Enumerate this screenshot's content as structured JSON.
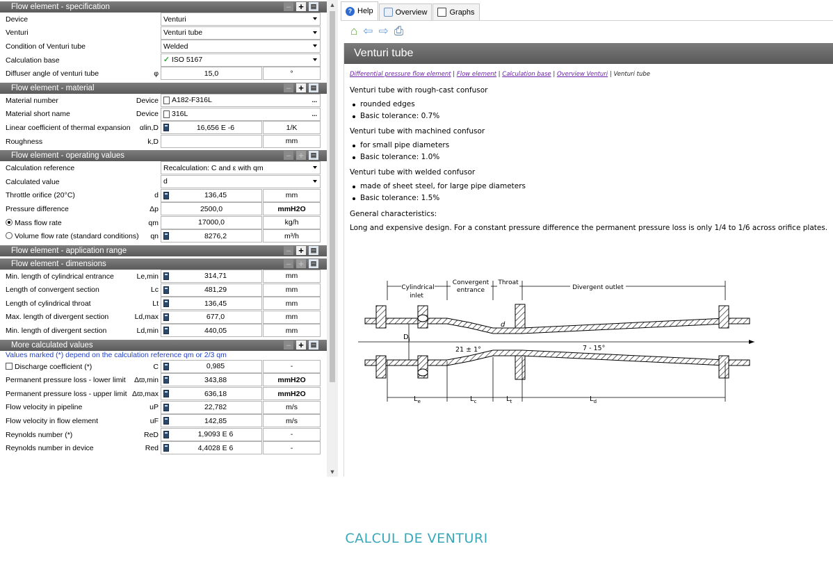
{
  "left": {
    "sections": {
      "spec": {
        "title": "Flow element - specification",
        "rows": [
          {
            "label": "Device",
            "value": "Venturi"
          },
          {
            "label": "Venturi",
            "value": "Venturi tube"
          },
          {
            "label": "Condition of Venturi tube",
            "value": "Welded"
          },
          {
            "label": "Calculation base",
            "value": "ISO 5167"
          },
          {
            "label": "Diffuser angle of venturi tube",
            "symbol": "φ",
            "value": "15,0",
            "unit": "°"
          }
        ]
      },
      "material": {
        "title": "Flow element - material",
        "rows": [
          {
            "label": "Material number",
            "symbol": "Device",
            "value": "A182-F316L"
          },
          {
            "label": "Material short name",
            "symbol": "Device",
            "value": "316L"
          },
          {
            "label": "Linear coefficient of thermal expansion",
            "symbol": "αlin,D",
            "value": "16,656  E  -6",
            "unit": "1/K"
          },
          {
            "label": "Roughness",
            "symbol": "k,D",
            "value": "",
            "unit": "mm"
          }
        ]
      },
      "operating": {
        "title": "Flow element - operating values",
        "rows": [
          {
            "label": "Calculation reference",
            "value": "Recalculation: C and ε with qm"
          },
          {
            "label": "Calculated value",
            "value": "d"
          },
          {
            "label": "Throttle orifice (20°C)",
            "symbol": "d",
            "value": "136,45",
            "unit": "mm"
          },
          {
            "label": "Pressure difference",
            "symbol": "Δp",
            "value": "2500,0",
            "unit": "mmH2O"
          },
          {
            "label": "Mass flow rate",
            "symbol": "qm",
            "value": "17000,0",
            "unit": "kg/h"
          },
          {
            "label": "Volume flow rate (standard conditions)",
            "symbol": "qn",
            "value": "8276,2",
            "unit": "m³/h"
          }
        ]
      },
      "range": {
        "title": "Flow element - application range"
      },
      "dimensions": {
        "title": "Flow element - dimensions",
        "rows": [
          {
            "label": "Min. length of cylindrical entrance",
            "symbol": "Le,min",
            "value": "314,71",
            "unit": "mm"
          },
          {
            "label": "Length of convergent section",
            "symbol": "Lc",
            "value": "481,29",
            "unit": "mm"
          },
          {
            "label": "Length of cylindrical throat",
            "symbol": "Lt",
            "value": "136,45",
            "unit": "mm"
          },
          {
            "label": "Max. length of divergent section",
            "symbol": "Ld,max",
            "value": "677,0",
            "unit": "mm"
          },
          {
            "label": "Min. length of divergent section",
            "symbol": "Ld,min",
            "value": "440,05",
            "unit": "mm"
          }
        ]
      },
      "more": {
        "title": "More calculated values",
        "note": "Values marked (*) depend on the calculation reference qm or 2/3 qm",
        "rows": [
          {
            "label": "Discharge coefficient (*)",
            "symbol": "C",
            "value": "0,985",
            "unit": "-"
          },
          {
            "label": "Permanent pressure loss - lower limit",
            "symbol": "Δϖ,min",
            "value": "343,88",
            "unit": "mmH2O"
          },
          {
            "label": "Permanent pressure loss - upper limit",
            "symbol": "Δϖ,max",
            "value": "636,18",
            "unit": "mmH2O"
          },
          {
            "label": "Flow velocity in pipeline",
            "symbol": "uP",
            "value": "22,782",
            "unit": "m/s"
          },
          {
            "label": "Flow velocity in flow element",
            "symbol": "uF",
            "value": "142,85",
            "unit": "m/s"
          },
          {
            "label": "Reynolds number (*)",
            "symbol": "ReD",
            "value": "1,9093  E   6",
            "unit": "-"
          },
          {
            "label": "Reynolds number in device",
            "symbol": "Red",
            "value": "4,4028  E   6",
            "unit": "-"
          }
        ]
      }
    }
  },
  "tabs": [
    {
      "label": "Help",
      "icon": "help-icon"
    },
    {
      "label": "Overview",
      "icon": "overview-icon"
    },
    {
      "label": "Graphs",
      "icon": "graphs-icon"
    }
  ],
  "help": {
    "title": "Venturi tube",
    "breadcrumb": [
      "Differential pressure flow element",
      "Flow element",
      "Calculation base",
      "Overview Venturi",
      "Venturi tube"
    ],
    "p1": "Venturi tube with rough-cast confusor",
    "b1": [
      "rounded edges",
      "Basic tolerance: 0.7%"
    ],
    "p2": "Venturi tube with machined confusor",
    "b2": [
      "for small pipe diameters",
      "Basic tolerance: 1.0%"
    ],
    "p3": "Venturi tube with welded confusor",
    "b3": [
      "made of sheet steel, for large pipe diameters",
      "Basic tolerance: 1.5%"
    ],
    "p4": "General characteristics:",
    "p5": "Long and expensive design. For a constant pressure difference the permanent pressure loss is only 1/4 to 1/6 across orifice plates."
  },
  "diagram": {
    "cyl1": "Cylindrical",
    "cyl2": "inlet",
    "conv1": "Convergent",
    "conv2": "entrance",
    "throat": "Throat",
    "div": "Divergent outlet",
    "di": "D",
    "di_sub": "i",
    "d": "d",
    "angle1": "21 ± 1°",
    "angle2": "7 - 15°",
    "le": "L",
    "le_sub": "e",
    "lc": "L",
    "lc_sub": "c",
    "lt": "L",
    "lt_sub": "t",
    "ld": "L",
    "ld_sub": "d"
  },
  "caption": "CALCUL DE VENTURI"
}
